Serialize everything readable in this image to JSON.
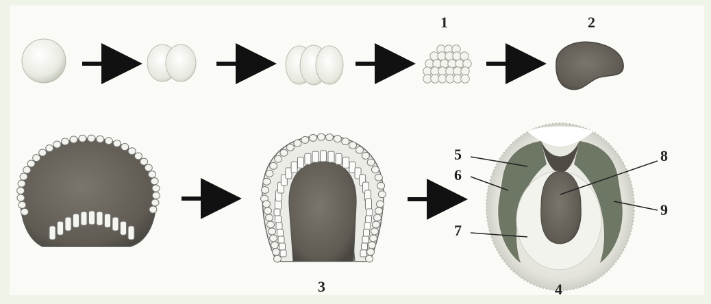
{
  "colors": {
    "page_border": "#e6f0df",
    "panel": "#fafaf7",
    "ink": "#222222",
    "cell_light": "#f4f4ee",
    "cell_shadow": "#c9ccc0",
    "mass_dark": "#6e6a62",
    "mass_mid": "#8a867c"
  },
  "stage_labels": {
    "l1": "1",
    "l2": "2",
    "l3": "3",
    "l4": "4"
  },
  "part_labels": {
    "p5": "5",
    "p6": "6",
    "p7": "7",
    "p8": "8",
    "p9": "9"
  },
  "icons": {
    "arrow": "arrow-right-icon"
  }
}
